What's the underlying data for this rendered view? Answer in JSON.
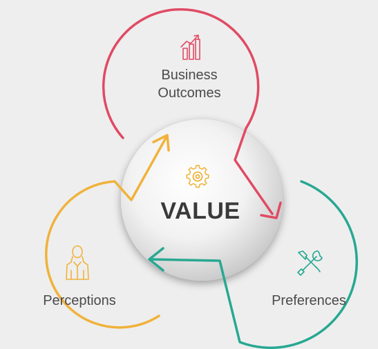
{
  "diagram": {
    "center": {
      "label": "VALUE",
      "icon": "gear-icon"
    },
    "nodes": [
      {
        "id": "business",
        "line1": "Business",
        "line2": "Outcomes",
        "icon": "bar-chart-growth-icon",
        "color": "#e04a64"
      },
      {
        "id": "perceptions",
        "label": "Perceptions",
        "icon": "person-icon",
        "color": "#f0b23a"
      },
      {
        "id": "preferences",
        "label": "Preferences",
        "icon": "tools-icon",
        "color": "#27a892"
      }
    ],
    "colors": {
      "background": "#eeeeee",
      "text": "#4a4a4a",
      "value_text": "#3a3a3a",
      "business": "#e04a64",
      "perceptions": "#f0b23a",
      "preferences": "#27a892"
    }
  }
}
